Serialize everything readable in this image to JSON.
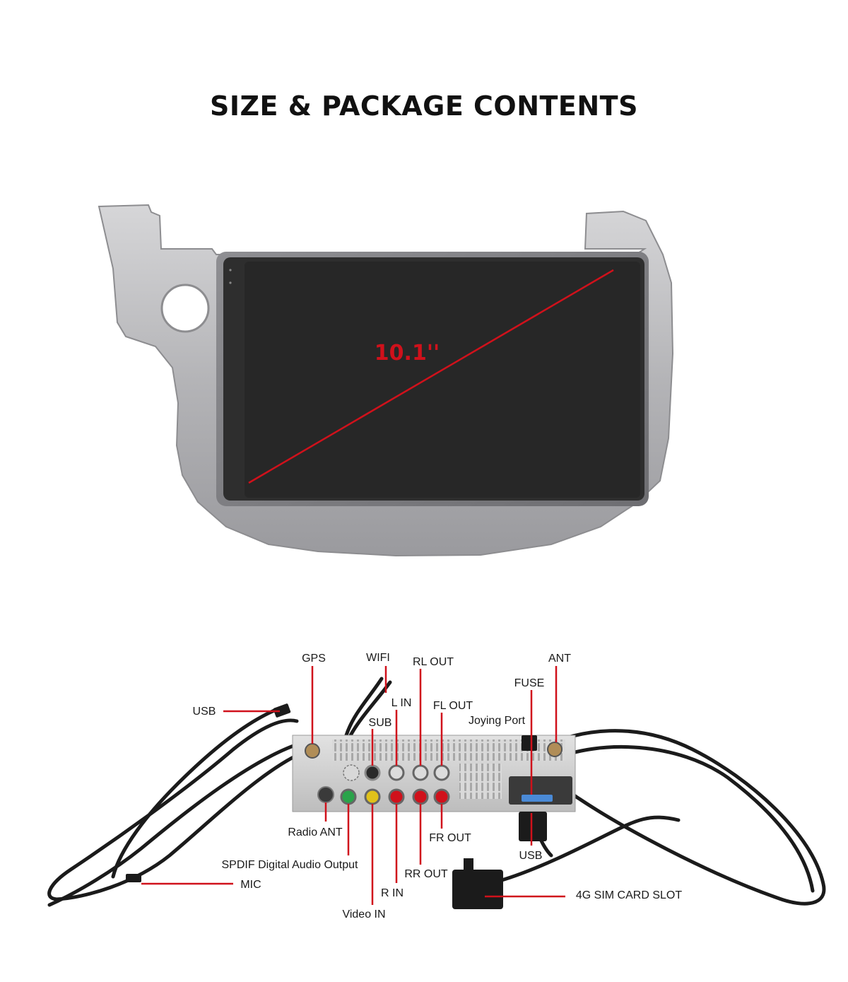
{
  "page": {
    "title": "SIZE & PACKAGE CONTENTS"
  },
  "head_unit": {
    "screen_size": "10.1''"
  },
  "connectors": {
    "gps": "GPS",
    "wifi": "WIFI",
    "rl_out": "RL OUT",
    "ant": "ANT",
    "fuse": "FUSE",
    "usb_top": "USB",
    "l_in": "L IN",
    "fl_out": "FL OUT",
    "sub": "SUB",
    "joying_port": "Joying Port",
    "radio_ant": "Radio ANT",
    "fr_out": "FR OUT",
    "usb_bottom": "USB",
    "spdif": "SPDIF Digital Audio Output",
    "rr_out": "RR OUT",
    "mic": "MIC",
    "r_in": "R IN",
    "sim_slot": "4G SIM CARD SLOT",
    "video_in": "Video IN"
  },
  "colors": {
    "accent_red": "#d0111b",
    "bezel_silver": "#b9b9bc",
    "screen": "#272727"
  }
}
